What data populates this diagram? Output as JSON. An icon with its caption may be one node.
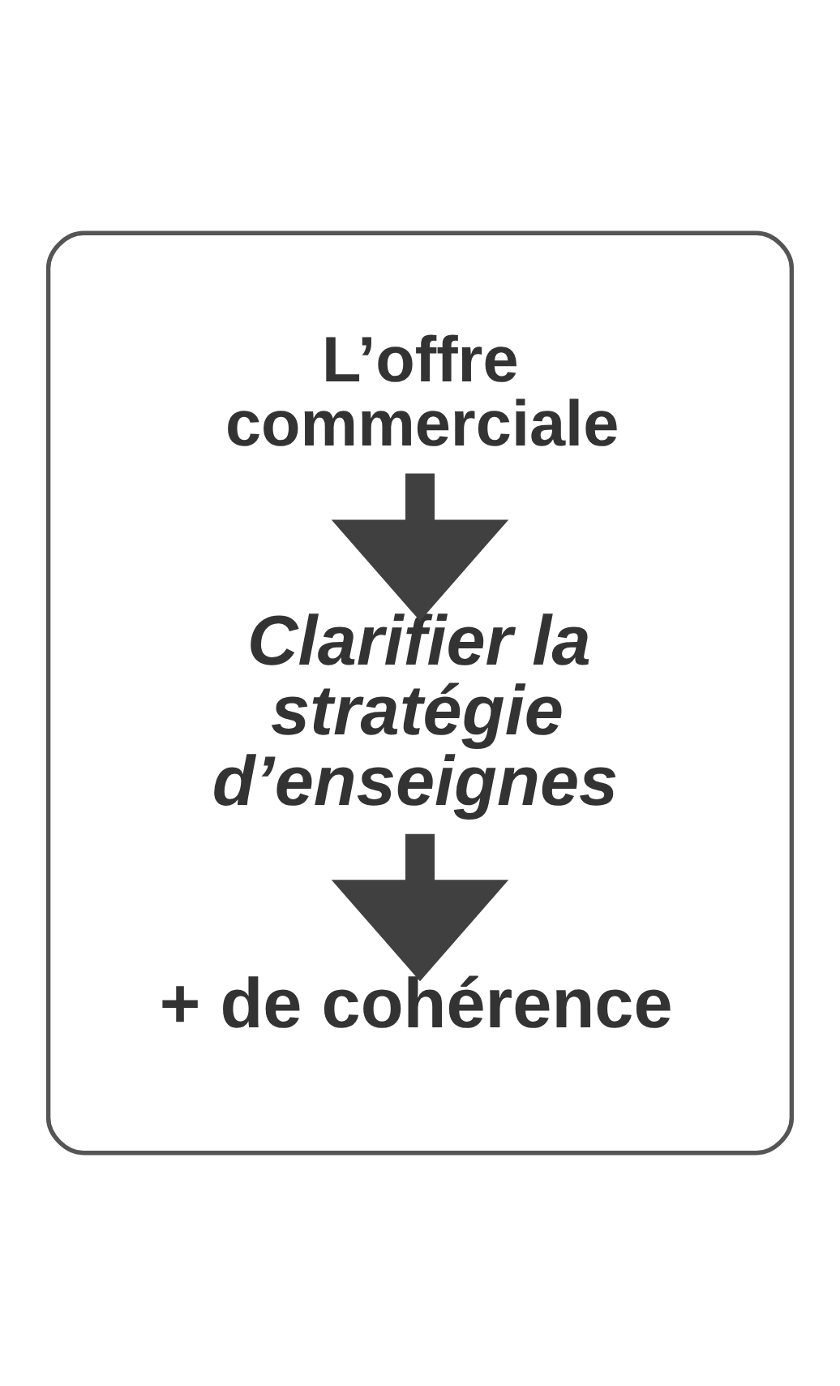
{
  "diagram": {
    "nodes": [
      {
        "text": [],
        "shape": "box"
      },
      {
        "text": [
          "L’offre commerciale"
        ],
        "in": 0
      },
      {
        "text": [
          "Clarifier la stratégie d’enseignes"
        ],
        "in": 0
      },
      {
        "text": [
          "+ de cohérence"
        ],
        "in": 0
      }
    ],
    "edges": [
      {
        "from": 1,
        "to": 2,
        "arrow": "to"
      },
      {
        "from": 2,
        "to": 3,
        "arrow": "to"
      }
    ]
  }
}
